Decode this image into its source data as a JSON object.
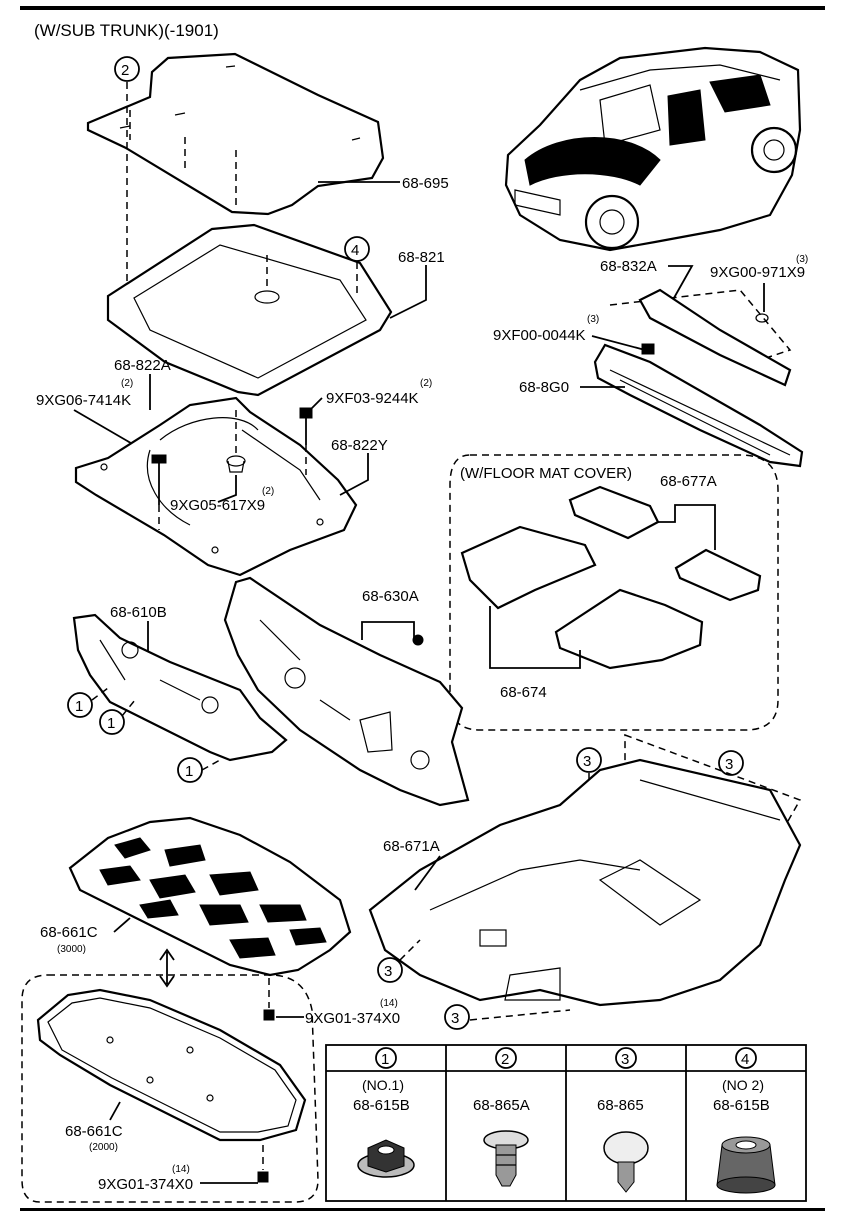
{
  "header": {
    "title": "(W/SUB TRUNK)(-1901)"
  },
  "parts": {
    "p68_695": "68-695",
    "p68_821": "68-821",
    "p68_822A": "68-822A",
    "p68_822A_qty": "(2)",
    "p9XG06": "9XG06-7414K",
    "p9XF03": "9XF03-9244K",
    "p9XF03_qty": "(2)",
    "p68_822Y": "68-822Y",
    "p9XG05": "9XG05-617X9",
    "p9XG05_qty": "(2)",
    "p68_832A": "68-832A",
    "p9XG00": "9XG00-971X9",
    "p9XG00_qty": "(3)",
    "p9XF00": "9XF00-0044K",
    "p9XF00_qty": "(3)",
    "p68_8G0": "68-8G0",
    "p68_610B": "68-610B",
    "p68_630A": "68-630A",
    "p68_671A": "68-671A",
    "p68_661C_a": "68-661C",
    "p68_661C_a_sub": "(3000)",
    "p68_661C_b": "68-661C",
    "p68_661C_b_sub": "(2000)",
    "p9XG01_a": "9XG01-374X0",
    "p9XG01_a_qty": "(14)",
    "p9XG01_b": "9XG01-374X0",
    "p9XG01_b_qty": "(14)"
  },
  "floor_mat_box": {
    "title": "(W/FLOOR MAT COVER)",
    "p68_677A": "68-677A",
    "p68_674": "68-674"
  },
  "callouts": {
    "c1": "1",
    "c2": "2",
    "c3": "3",
    "c4": "4"
  },
  "legend": [
    {
      "num": "1",
      "sub": "(NO.1)",
      "part": "68-615B"
    },
    {
      "num": "2",
      "sub": "",
      "part": "68-865A"
    },
    {
      "num": "3",
      "sub": "",
      "part": "68-865"
    },
    {
      "num": "4",
      "sub": "(NO 2)",
      "part": "68-615B"
    }
  ]
}
